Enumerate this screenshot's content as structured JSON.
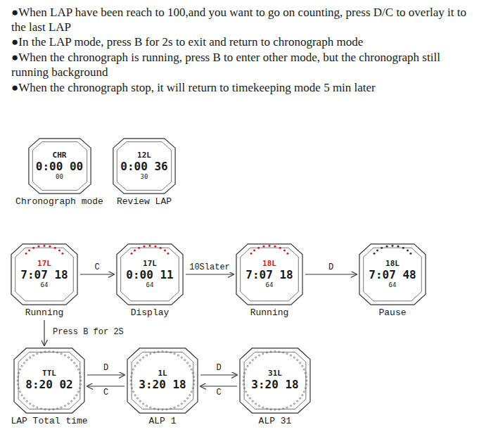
{
  "diagram": {
    "nodes": [
      {
        "text": [
          "CHR",
          "0:00 00",
          "00",
          "Chronograph mode"
        ]
      },
      {
        "text": [
          "12L",
          "0:00 36",
          "30",
          "Review LAP"
        ]
      },
      {
        "text": [
          "17L",
          "7:07 18",
          "64",
          "Running"
        ]
      },
      {
        "text": [
          "17L",
          "0:00 11",
          "64",
          "Display"
        ]
      },
      {
        "text": [
          "18L",
          "7:07 18",
          "64",
          "Running"
        ]
      },
      {
        "text": [
          "18L",
          "7:07 48",
          "64",
          "Pause"
        ]
      },
      {
        "text": [
          "TTL",
          "8:20 02",
          "LAP Total time"
        ]
      },
      {
        "text": [
          "1L",
          "3:20 18",
          "ALP 1"
        ]
      },
      {
        "text": [
          "31L",
          "3:20 18",
          "ALP 31"
        ]
      }
    ],
    "edges": [
      {
        "from": 2,
        "to": 3,
        "label": "C",
        "arrow": "to"
      },
      {
        "from": 3,
        "to": 4,
        "label": "10Slater",
        "arrow": "to"
      },
      {
        "from": 4,
        "to": 5,
        "label": "D",
        "arrow": "to"
      },
      {
        "from": 2,
        "to": 6,
        "label": "Press B for 2S",
        "arrow": "to"
      },
      {
        "from": 6,
        "to": 7,
        "label": "D",
        "arrow": "to"
      },
      {
        "from": 7,
        "to": 6,
        "label": "C",
        "arrow": "to"
      },
      {
        "from": 7,
        "to": 8,
        "label": "D",
        "arrow": "to"
      },
      {
        "from": 8,
        "to": 7,
        "label": "C",
        "arrow": "to"
      }
    ],
    "labels": [
      "●When LAP have been reach to 100,and you want to go on counting, press D/C to overlay it to the last LAP",
      "●In the LAP mode, press B for 2s to exit and return to chronograph mode",
      "●When the chronograph is running, press B to enter other mode, but the chronograph still running background",
      "●When the chronograph stop, it will return to timekeeping mode 5 min later"
    ]
  }
}
